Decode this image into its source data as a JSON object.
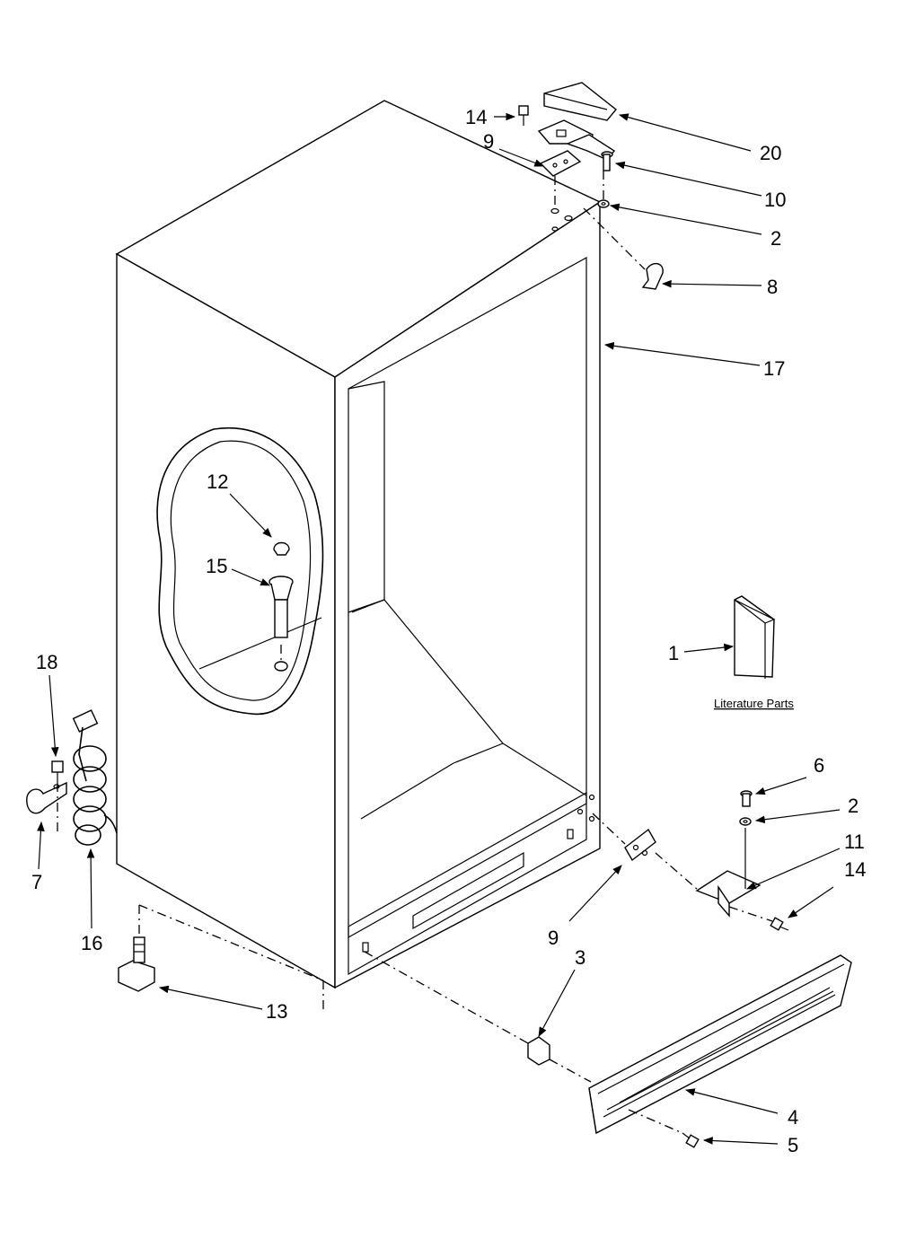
{
  "diagram": {
    "literature_label": "Literature Parts",
    "callouts": [
      {
        "id": "c20",
        "text": "20"
      },
      {
        "id": "c14a",
        "text": "14"
      },
      {
        "id": "c9a",
        "text": "9"
      },
      {
        "id": "c10",
        "text": "10"
      },
      {
        "id": "c2a",
        "text": "2"
      },
      {
        "id": "c8",
        "text": "8"
      },
      {
        "id": "c17",
        "text": "17"
      },
      {
        "id": "c12",
        "text": "12"
      },
      {
        "id": "c15",
        "text": "15"
      },
      {
        "id": "c1",
        "text": "1"
      },
      {
        "id": "c18",
        "text": "18"
      },
      {
        "id": "c7",
        "text": "7"
      },
      {
        "id": "c16",
        "text": "16"
      },
      {
        "id": "c6",
        "text": "6"
      },
      {
        "id": "c2b",
        "text": "2"
      },
      {
        "id": "c11",
        "text": "11"
      },
      {
        "id": "c14b",
        "text": "14"
      },
      {
        "id": "c9b",
        "text": "9"
      },
      {
        "id": "c3",
        "text": "3"
      },
      {
        "id": "c13",
        "text": "13"
      },
      {
        "id": "c4",
        "text": "4"
      },
      {
        "id": "c5",
        "text": "5"
      }
    ]
  }
}
